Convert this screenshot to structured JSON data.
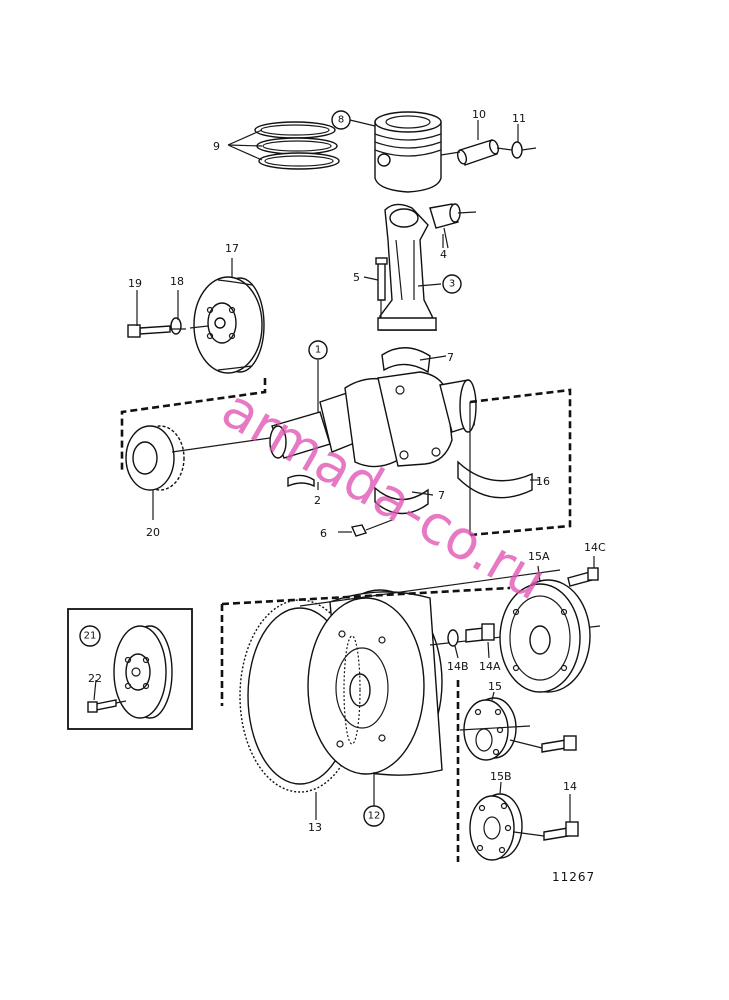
{
  "labels": {
    "l1": "1",
    "l2": "2",
    "l3": "3",
    "l4": "4",
    "l5": "5",
    "l6": "6",
    "l7a": "7",
    "l7b": "7",
    "l8": "8",
    "l9": "9",
    "l10": "10",
    "l11": "11",
    "l12": "12",
    "l13": "13",
    "l14": "14",
    "l14a": "14A",
    "l14b": "14B",
    "l14c": "14C",
    "l15": "15",
    "l15a": "15A",
    "l15b": "15B",
    "l16": "16",
    "l17": "17",
    "l18": "18",
    "l19": "19",
    "l20": "20",
    "l21": "21",
    "l22": "22"
  },
  "reference_number": "11267",
  "watermark": "armada-co.ru",
  "colors": {
    "watermark": "#e052b4",
    "line": "#111111"
  }
}
